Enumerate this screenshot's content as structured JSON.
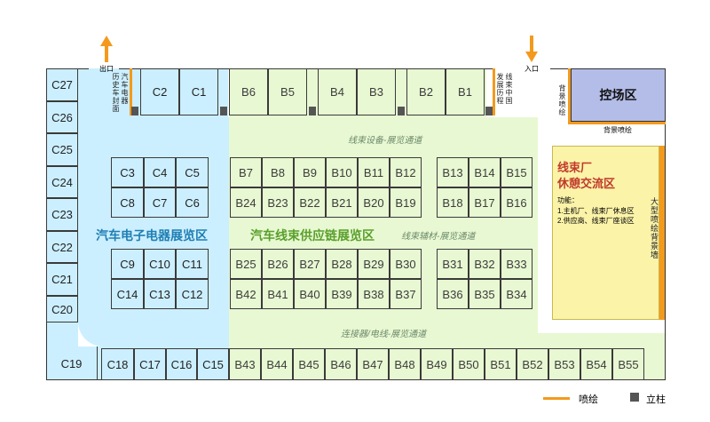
{
  "zones": {
    "auto_electronics": "汽车电子电器展览区",
    "harness_supply": "汽车线束供应链展览区",
    "control_area": "控场区",
    "lounge_title_1": "线束厂",
    "lounge_title_2": "休憩交流区",
    "lounge_func_label": "功能：",
    "lounge_func_1": "1.主机厂、线束厂休息区",
    "lounge_func_2": "2.供应商、线束厂座谈区",
    "big_wall": "大型喷绘背景墙",
    "bg_paint_vertical": "背景喷绘",
    "bg_paint_horizontal": "背景喷绘"
  },
  "aisles": {
    "equipment": "线束设备-展览通道",
    "materials": "线束辅材-展览通道",
    "connectors": "连接器/电线-展览通道"
  },
  "signs": {
    "exit": "出口",
    "entrance": "入口",
    "history_left": "历史车封面",
    "history_right": "发展历程",
    "history_left_col2": "汽车电器",
    "history_right_col1": "线束中国"
  },
  "legend": {
    "paint_label": "喷绘",
    "pillar_label": "立柱",
    "paint_color": "#f39a1d",
    "pillar_color": "#555555"
  },
  "booths": {
    "top_c": [
      "C2",
      "C1"
    ],
    "top_b": [
      "B6",
      "B5",
      "B4",
      "B3",
      "B2",
      "B1"
    ],
    "left_col": [
      "C27",
      "C26",
      "C25",
      "C24",
      "C23",
      "C22",
      "C21",
      "C20"
    ],
    "c_row1": [
      "C3",
      "C4",
      "C5"
    ],
    "c_row2": [
      "C8",
      "C7",
      "C6"
    ],
    "c_row3": [
      "C9",
      "C10",
      "C11"
    ],
    "c_row4": [
      "C14",
      "C13",
      "C12"
    ],
    "b_row1": [
      "B7",
      "B8",
      "B9",
      "B10",
      "B11",
      "B12"
    ],
    "b_row2": [
      "B24",
      "B23",
      "B22",
      "B21",
      "B20",
      "B19"
    ],
    "b_row1r": [
      "B13",
      "B14",
      "B15"
    ],
    "b_row2r": [
      "B18",
      "B17",
      "B16"
    ],
    "b_row3": [
      "B25",
      "B26",
      "B27",
      "B28",
      "B29",
      "B30"
    ],
    "b_row4": [
      "B42",
      "B41",
      "B40",
      "B39",
      "B38",
      "B37"
    ],
    "b_row3r": [
      "B31",
      "B32",
      "B33"
    ],
    "b_row4r": [
      "B36",
      "B35",
      "B34"
    ],
    "bottom_c": [
      "C19",
      "C18",
      "C17",
      "C16",
      "C15"
    ],
    "bottom_b": [
      "B43",
      "B44",
      "B45",
      "B46",
      "B47",
      "B48",
      "B49",
      "B50",
      "B51",
      "B52",
      "B53",
      "B54",
      "B55"
    ]
  }
}
